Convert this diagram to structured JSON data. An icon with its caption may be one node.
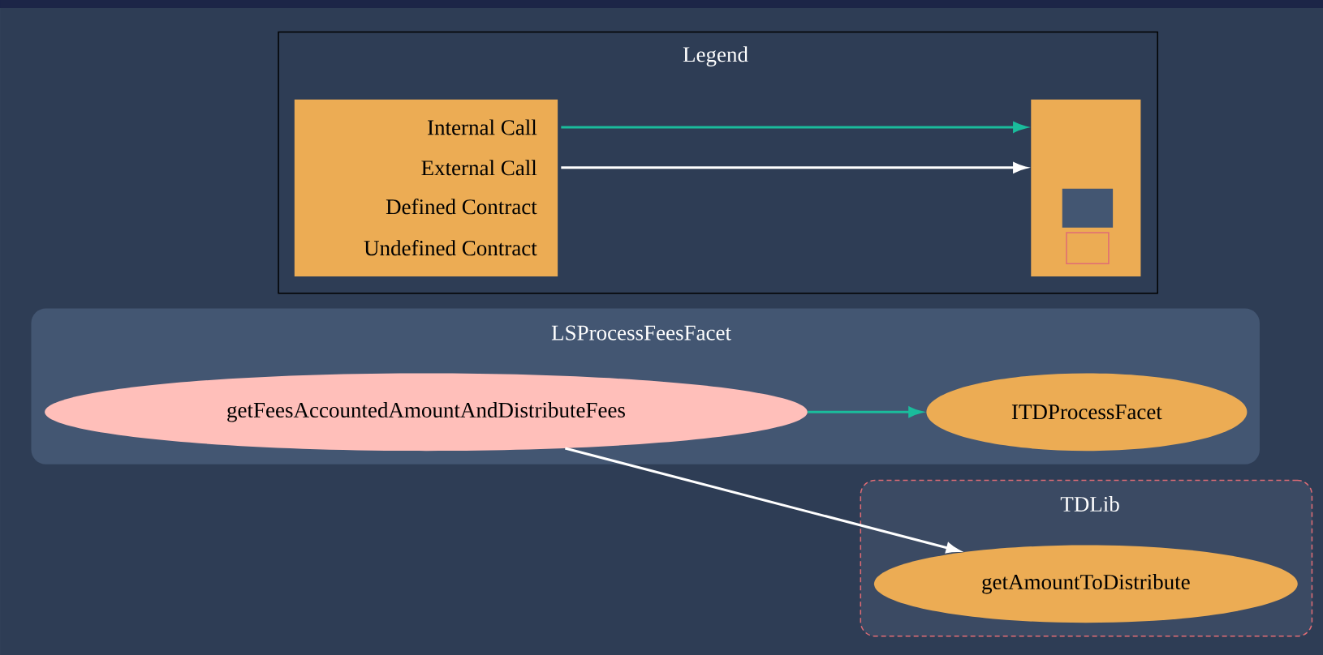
{
  "diagram": {
    "nodes": [
      {
        "text": [
          "Legend"
        ]
      },
      {
        "text": [
          "Internal Call",
          "External Call",
          "Defined Contract",
          "Undefined Contract"
        ],
        "in": 0
      },
      {
        "text": [],
        "shape": "box",
        "in": 0
      },
      {
        "text": [],
        "shape": "box",
        "in": 2
      },
      {
        "text": [],
        "shape": "box",
        "in": 2
      },
      {
        "text": [
          "LSProcessFeesFacet"
        ]
      },
      {
        "text": [
          "getFeesAccountedAmountAndDistributeFees"
        ],
        "in": 5
      },
      {
        "text": [
          "ITDProcessFacet"
        ],
        "in": 5
      },
      {
        "text": [
          "TDLib"
        ]
      },
      {
        "text": [
          "getAmountToDistribute"
        ],
        "in": 8
      }
    ],
    "edges": [
      {
        "from": 1,
        "to": 2,
        "arrow": "to",
        "color": "#1abc9c"
      },
      {
        "from": 1,
        "to": 2,
        "arrow": "to",
        "color": "#ffffff"
      },
      {
        "from": 6,
        "to": 7,
        "arrow": "to",
        "color": "#1abc9c"
      },
      {
        "from": 6,
        "to": 9,
        "arrow": "to",
        "color": "#ffffff"
      }
    ]
  }
}
